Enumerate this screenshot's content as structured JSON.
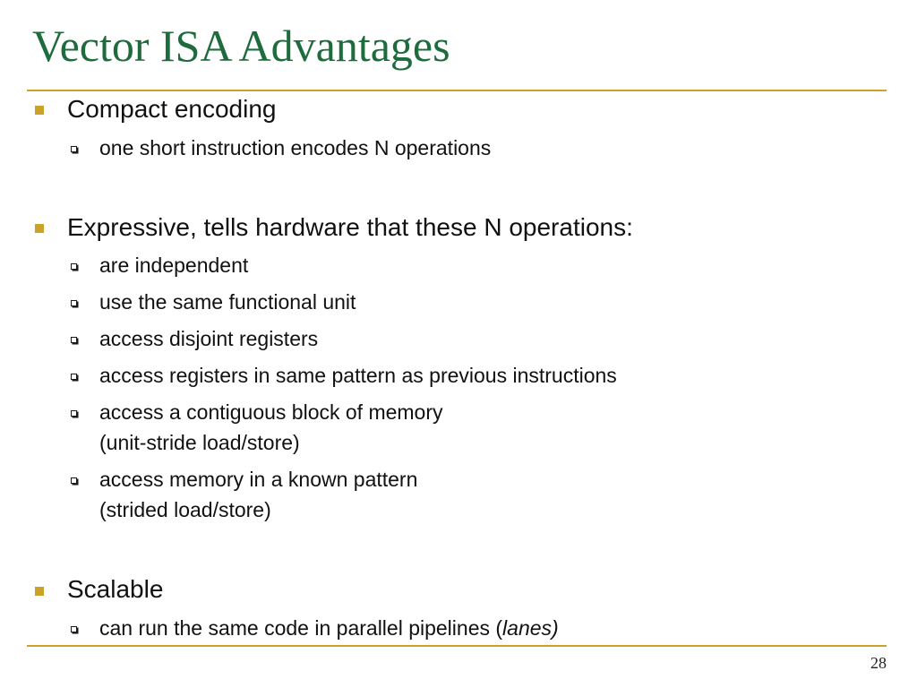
{
  "title": "Vector ISA Advantages",
  "page_number": "28",
  "colors": {
    "title": "#1e6b3e",
    "accent": "#c9a227",
    "text": "#111111"
  },
  "bullets": [
    {
      "text": "Compact encoding",
      "subitems": [
        {
          "line1": "one short instruction encodes N operations"
        }
      ]
    },
    {
      "text": "Expressive, tells hardware that these N operations:",
      "subitems": [
        {
          "line1": "are independent"
        },
        {
          "line1": "use the same functional unit"
        },
        {
          "line1": "access disjoint registers"
        },
        {
          "line1": "access registers in same pattern as previous instructions"
        },
        {
          "line1": "access a contiguous block of memory",
          "line2": "(unit-stride load/store)"
        },
        {
          "line1": "access memory in a known pattern",
          "line2": "(strided load/store)"
        }
      ]
    },
    {
      "text": "Scalable",
      "subitems": [
        {
          "prefix": "can run the same code in parallel pipelines (",
          "emphasis": "lanes)"
        }
      ]
    }
  ]
}
